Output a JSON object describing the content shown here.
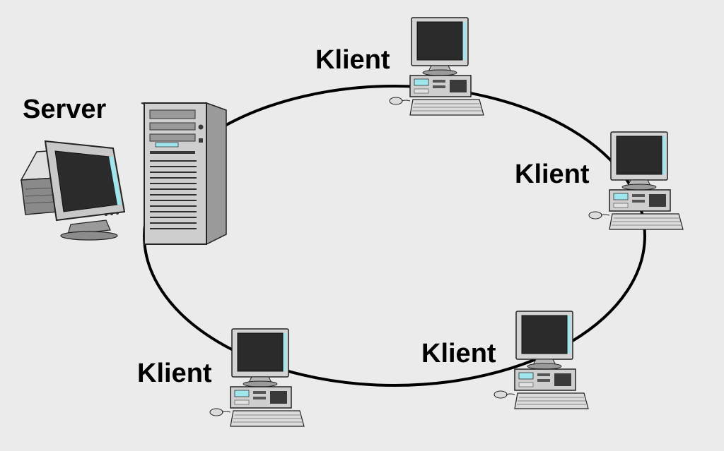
{
  "diagram": {
    "server": {
      "label": "Server"
    },
    "clients": [
      {
        "label": "Klient"
      },
      {
        "label": "Klient"
      },
      {
        "label": "Klient"
      },
      {
        "label": "Klient"
      }
    ]
  },
  "colors": {
    "background": "#ebebeb",
    "ring": "#000000",
    "screen": "#2a2a2a",
    "accent": "#9fe7ee",
    "body": "#c8c8c8"
  }
}
